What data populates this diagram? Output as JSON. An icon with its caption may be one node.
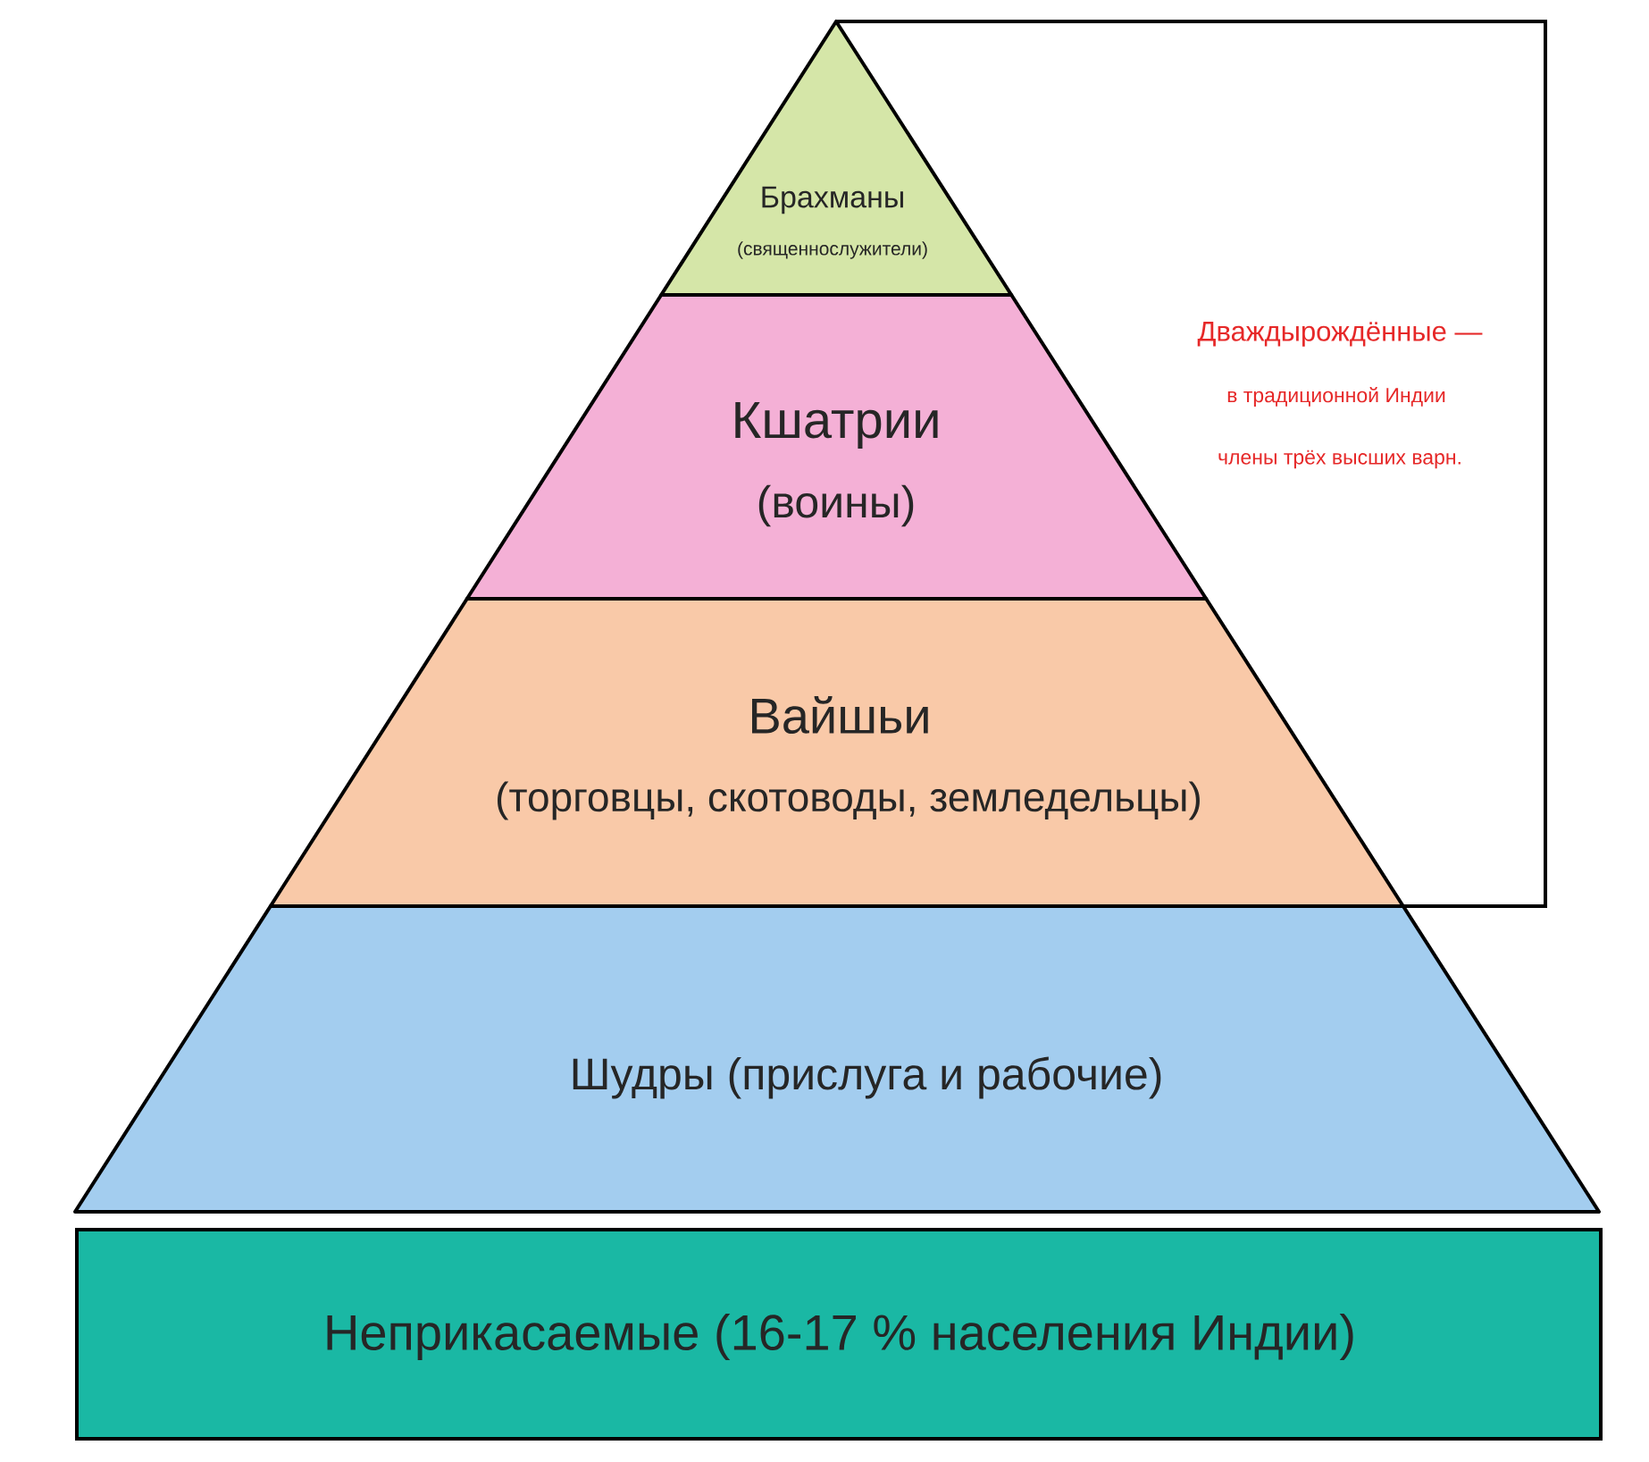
{
  "diagram": {
    "nodes": [
      {
        "text": [
          "Брахманы",
          "(священнослужители)"
        ]
      },
      {
        "text": [
          "Кшатрии",
          "(воины)"
        ]
      },
      {
        "text": [
          "Вайшьи",
          "(торговцы, скотоводы, земледельцы)"
        ]
      },
      {
        "text": [
          "Шудры (прислуга и рабочие)"
        ]
      },
      {
        "text": [
          "Неприкасаемые (16-17 % населения Индии)"
        ]
      }
    ],
    "edges": [],
    "labels": [
      "Дваждырождённые —",
      "в традиционной Индии",
      "члены трёх высших варн."
    ]
  }
}
